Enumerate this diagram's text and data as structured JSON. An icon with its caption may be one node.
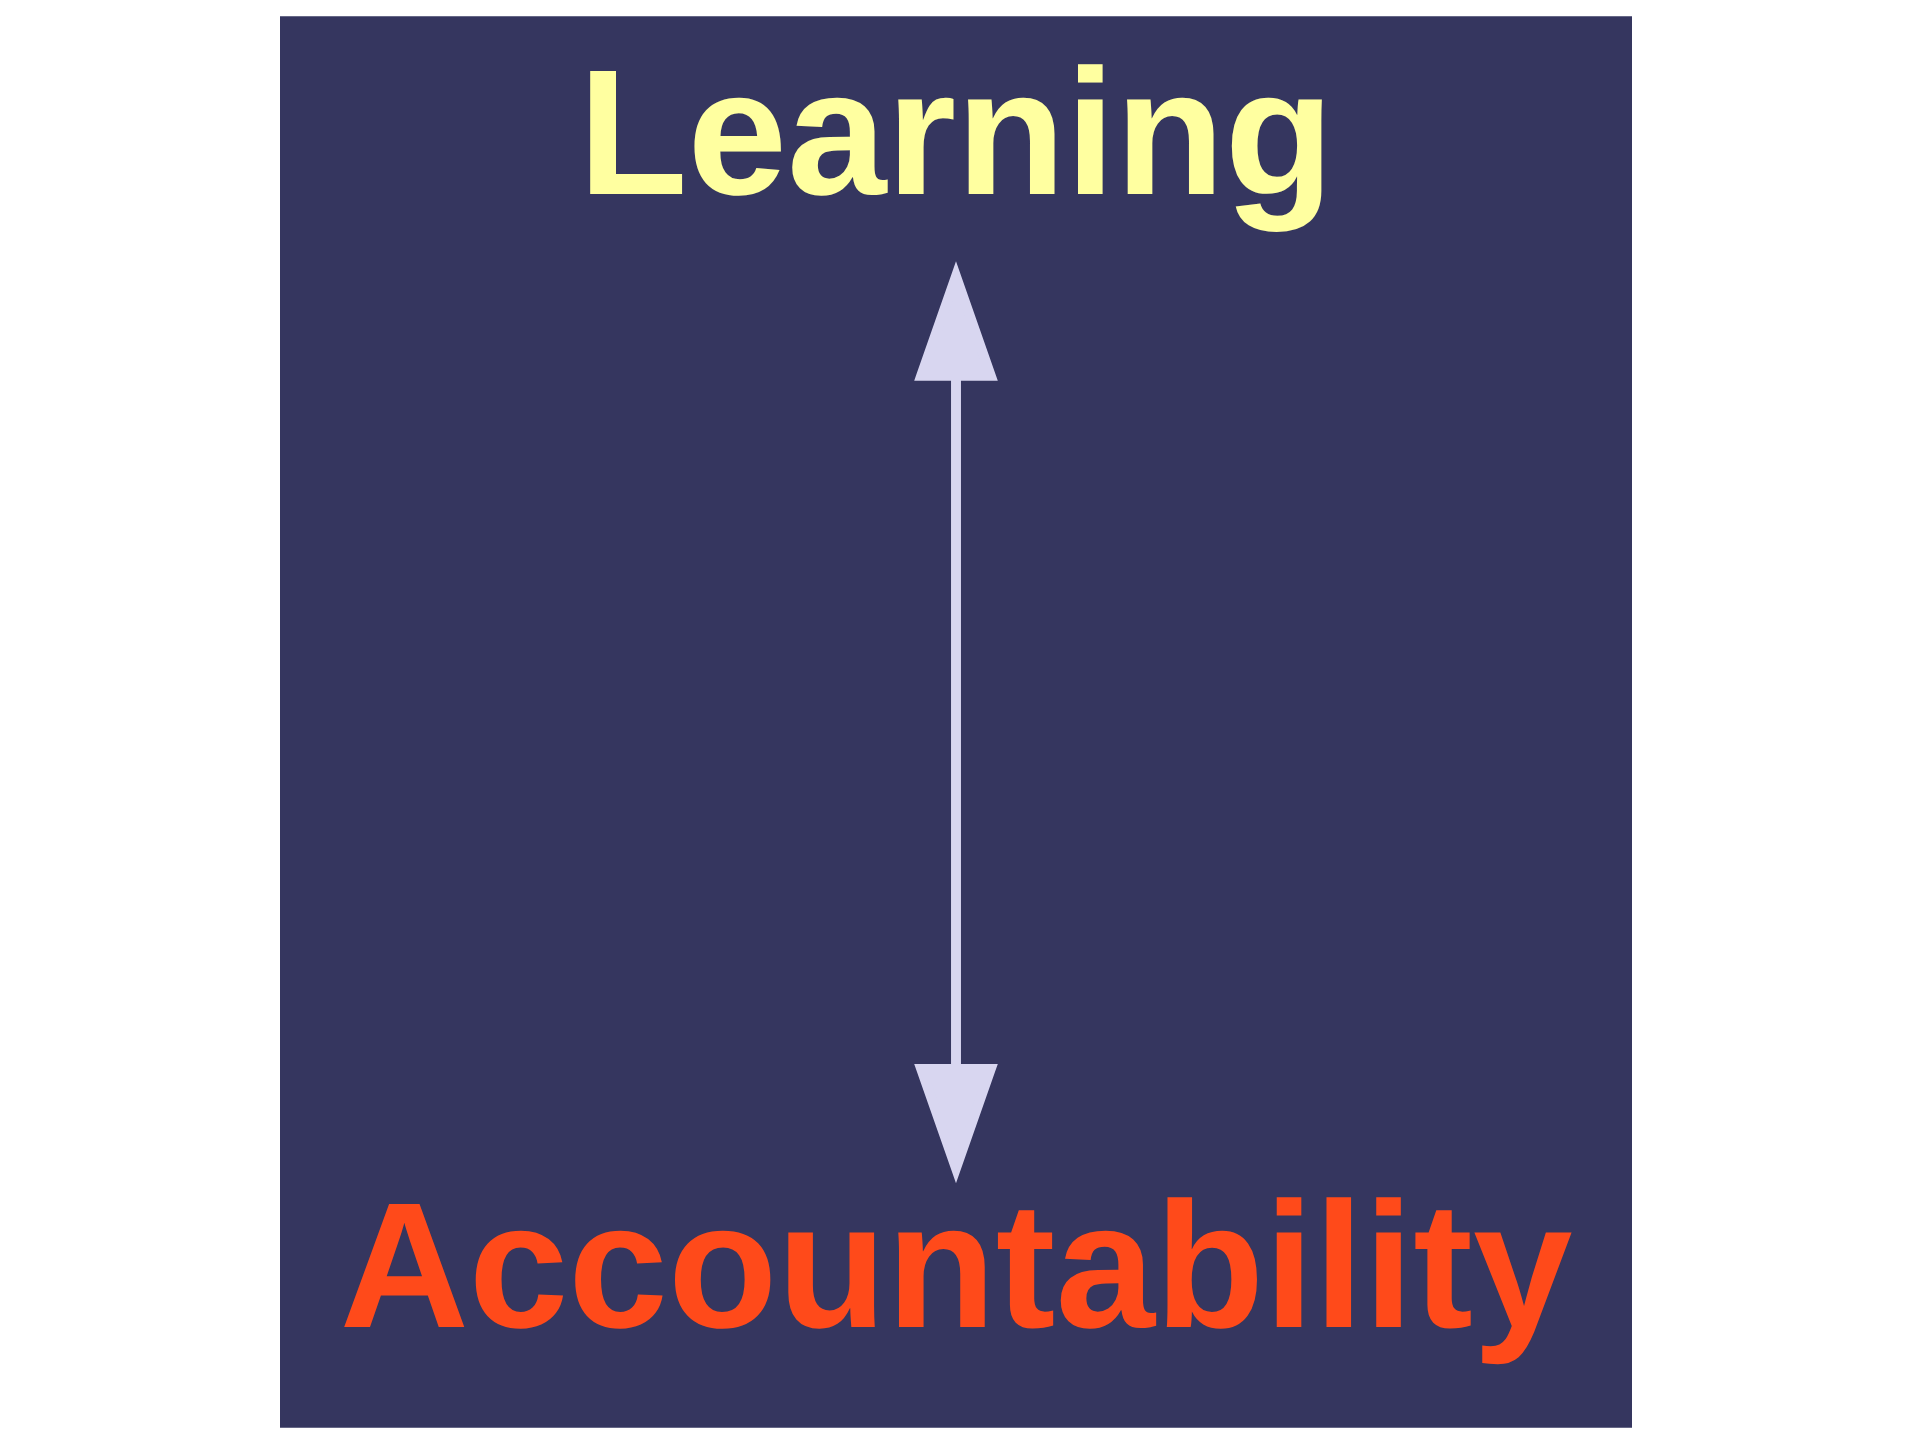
{
  "diagram": {
    "nodes": [
      {
        "text": [
          "Learning"
        ]
      },
      {
        "text": [
          "Accountability"
        ]
      }
    ],
    "edges": [
      {
        "from": 0,
        "to": 1,
        "arrow": "both"
      }
    ]
  }
}
